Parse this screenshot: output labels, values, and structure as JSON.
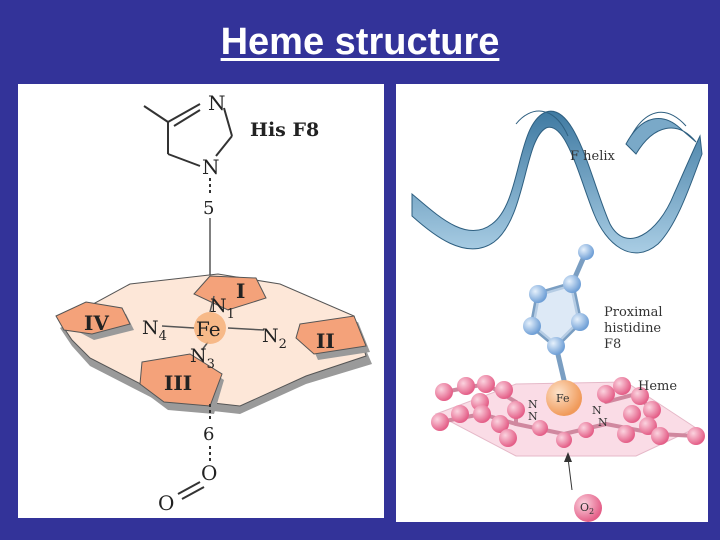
{
  "slide": {
    "title": "Heme structure"
  },
  "left_diagram": {
    "his_label": "His F8",
    "imidazole_n_top": "N",
    "imidazole_n_bottom": "N",
    "bond_5": "5",
    "bond_6": "6",
    "fe": "Fe",
    "n1": "N",
    "n1_sub": "1",
    "n2": "N",
    "n2_sub": "2",
    "n3": "N",
    "n3_sub": "3",
    "n4": "N",
    "n4_sub": "4",
    "ring_I": "I",
    "ring_II": "II",
    "ring_III": "III",
    "ring_IV": "IV",
    "o_top": "O",
    "o_bottom": "O"
  },
  "right_diagram": {
    "f_helix": "F helix",
    "proximal_line1": "Proximal",
    "proximal_line2": "histidine",
    "proximal_line3": "F8",
    "heme_label": "Heme",
    "fe": "Fe",
    "n_left_top": "N",
    "n_left_bottom": "N",
    "n_right_top": "N",
    "n_right_bottom": "N",
    "o2": "O",
    "o2_sub": "2"
  },
  "colors": {
    "background": "#333399",
    "ring_fill": "#f4a27a",
    "plane_fill": "#fde7d8",
    "helix": "#5b8fb0",
    "atom_blue": "#8fb9e6",
    "atom_pink": "#ee7a9c",
    "fe_orange": "#f6b07a"
  }
}
